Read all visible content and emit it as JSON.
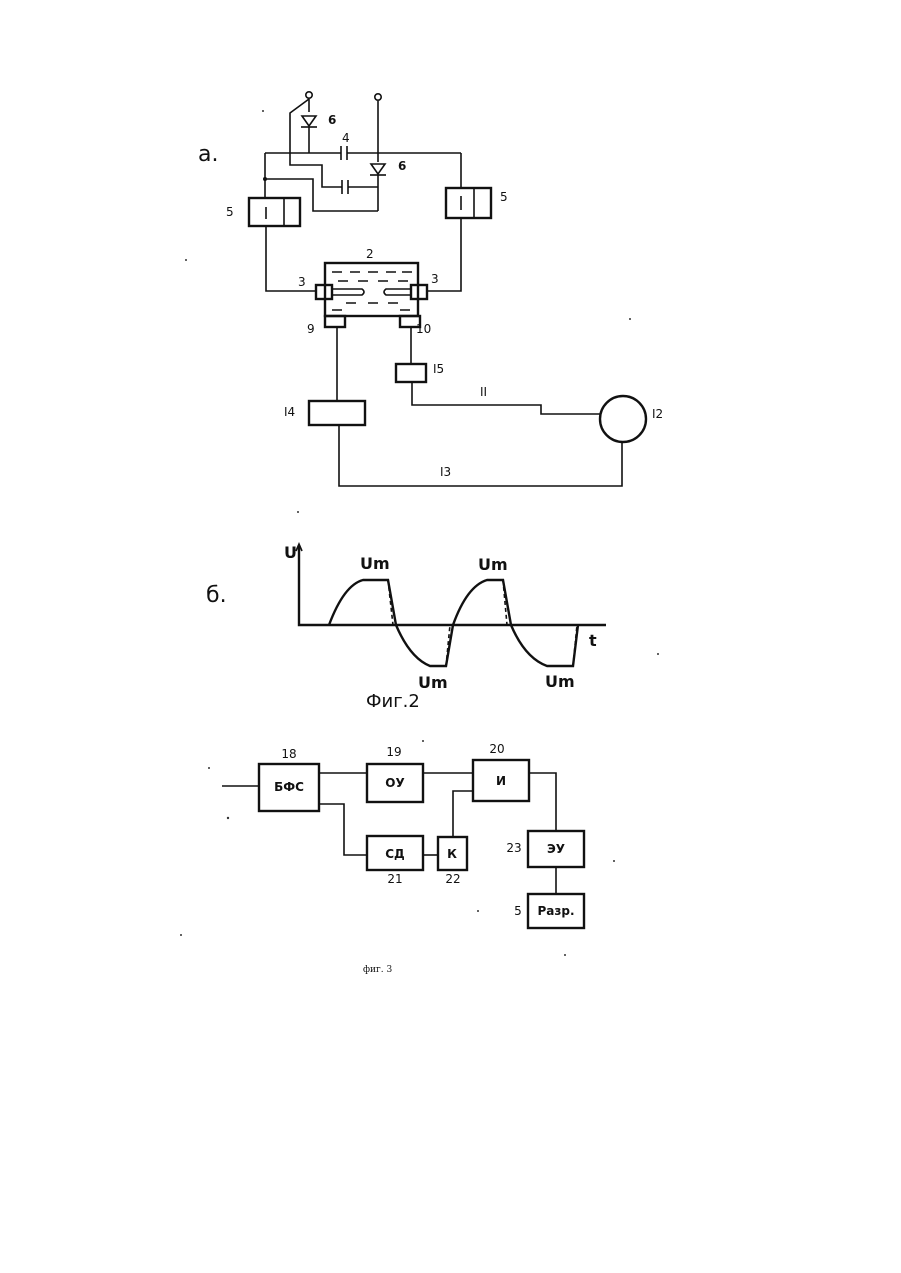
{
  "fig_a": {
    "panel_label": "a.",
    "labels": {
      "diode_left": "6",
      "diode_right": "6",
      "capacitor": "4",
      "block_left": "5",
      "block_right": "5",
      "bath": "2",
      "electrode_left": "3",
      "electrode_right": "3",
      "sensor_left": "9",
      "sensor_right": "10",
      "unit_15": "I5",
      "line_11": "II",
      "motor_12": "I2",
      "unit_14": "I4",
      "line_13": "I3"
    }
  },
  "fig_b": {
    "panel_label": "б.",
    "axis_u": "U",
    "axis_t": "t",
    "peak_labels": [
      "Um",
      "Um",
      "Um",
      "Um"
    ]
  },
  "caption_fig2": "Фиг.2",
  "fig3": {
    "blocks": {
      "bfs": {
        "label": "БФС",
        "number": "18"
      },
      "ou": {
        "label": "ОУ",
        "number": "19"
      },
      "i": {
        "label": "И",
        "number": "20"
      },
      "sd": {
        "label": "СД",
        "number": "21"
      },
      "k": {
        "label": "К",
        "number": "22"
      },
      "eu": {
        "label": "ЭУ",
        "number": "23"
      },
      "razr": {
        "label": "Разр.",
        "number": "5"
      }
    },
    "caption": "фиг. 3"
  }
}
